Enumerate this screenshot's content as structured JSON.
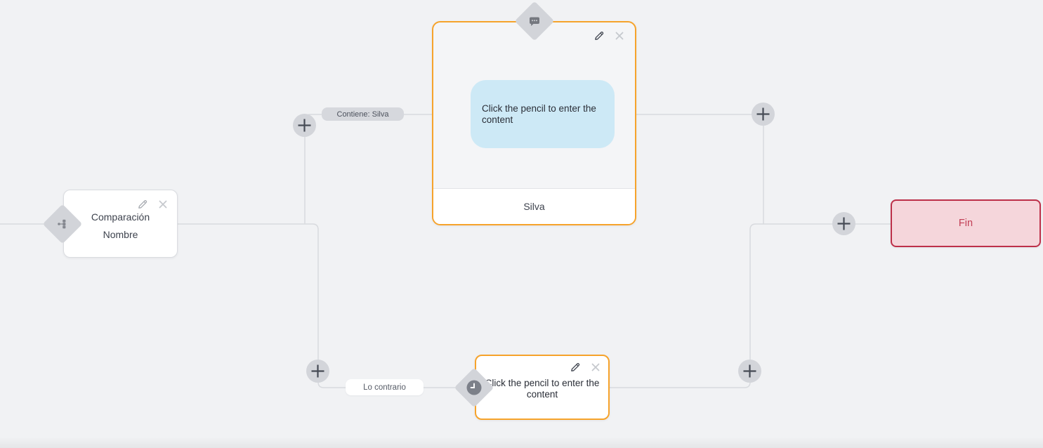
{
  "palette": {
    "background": "#f1f2f4",
    "wire": "#d8dade",
    "accent_orange": "#f6a32b",
    "bubble_blue": "#cde9f6",
    "diamond_gray": "#d2d4d9",
    "plus_circle_bg": "#d3d5da",
    "plus_glyph": "#464b55",
    "end_bg": "#f5d6db",
    "end_border": "#bd3049",
    "end_text": "#c23e55",
    "text_dark": "#3a3f4a"
  },
  "nodes": {
    "comparison": {
      "title": "Comparación",
      "subtitle": "Nombre",
      "icon": "branch-icon",
      "actions": {
        "edit": "pencil-icon",
        "delete": "close-icon"
      }
    },
    "message": {
      "icon": "chat-bubble-icon",
      "bubble_text": "Click the pencil to enter the content",
      "footer_label": "Silva",
      "actions": {
        "edit": "pencil-icon",
        "delete": "close-icon"
      }
    },
    "delay": {
      "icon": "clock-icon",
      "text": "Click the pencil to enter the content",
      "actions": {
        "edit": "pencil-icon",
        "delete": "close-icon"
      }
    },
    "end": {
      "label": "Fin"
    }
  },
  "edges": {
    "true_label": "Contiene: Silva",
    "false_label": "Lo contrario"
  }
}
